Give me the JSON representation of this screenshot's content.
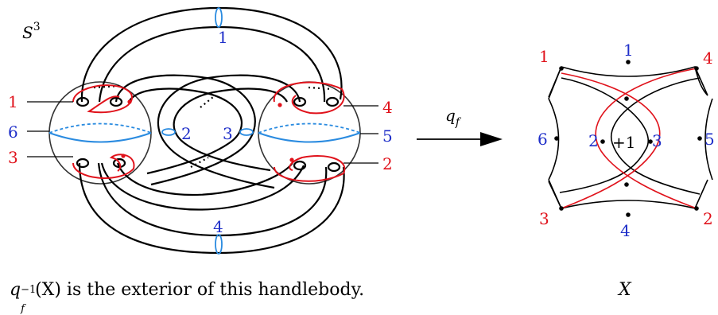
{
  "left_figure": {
    "space_label": "S",
    "space_sup": "3",
    "red_labels": [
      "1",
      "3",
      "4",
      "2"
    ],
    "blue_labels": [
      "1",
      "6",
      "2",
      "3",
      "5",
      "4"
    ]
  },
  "arrow": {
    "label": "q",
    "label_sub": "f"
  },
  "right_figure": {
    "red_labels": [
      "1",
      "4",
      "3",
      "2"
    ],
    "blue_labels": [
      "1",
      "6",
      "2",
      "3",
      "5",
      "4"
    ],
    "center_label": "+1"
  },
  "captions": {
    "left_q": "q",
    "left_sub": "f",
    "left_sup": "−1",
    "left_text": "(X) is the exterior of this handlebody.",
    "right": "X"
  },
  "colors": {
    "red": "#e0121b",
    "blue": "#1f2fc9",
    "light_blue": "#2a8be0",
    "black": "#000000"
  }
}
